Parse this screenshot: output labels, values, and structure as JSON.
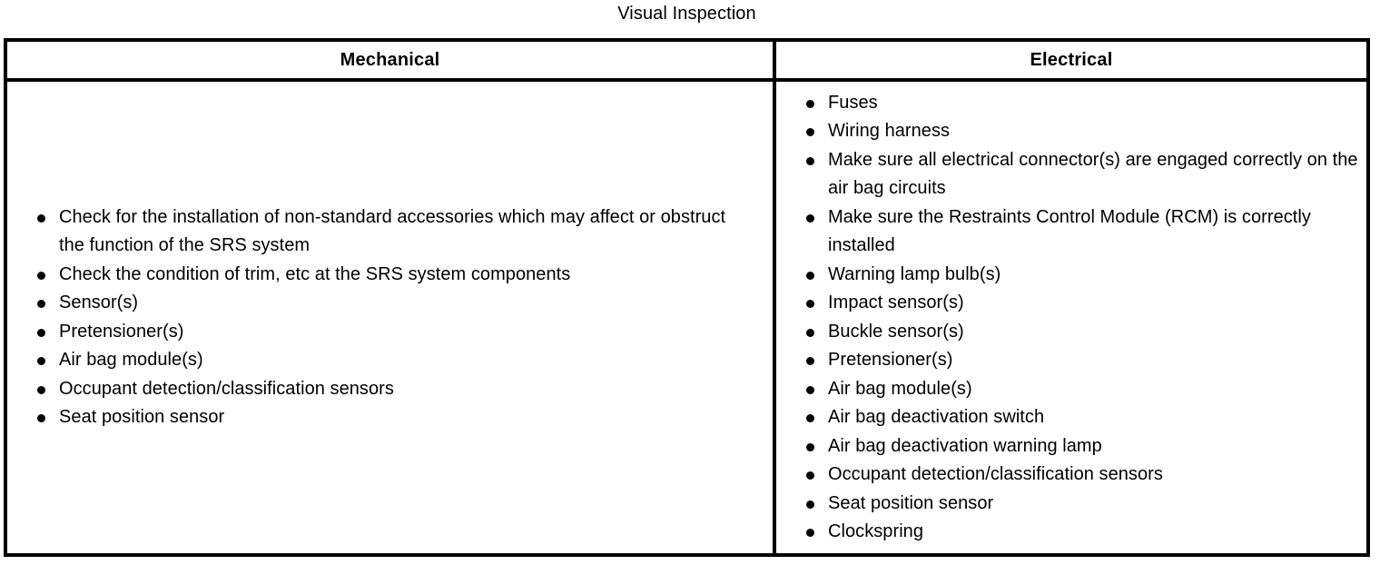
{
  "document": {
    "title": "Visual Inspection"
  },
  "table": {
    "columns": [
      {
        "id": "mechanical",
        "header": "Mechanical",
        "items": [
          "Check for the installation of non-standard accessories which may affect or obstruct the function of the SRS system",
          "Check the condition of trim, etc at the SRS system components",
          "Sensor(s)",
          "Pretensioner(s)",
          "Air bag module(s)",
          "Occupant detection/classification sensors",
          "Seat position sensor"
        ]
      },
      {
        "id": "electrical",
        "header": "Electrical",
        "items": [
          "Fuses",
          "Wiring harness",
          "Make sure all electrical connector(s) are engaged correctly on the air bag circuits",
          "Make sure the Restraints Control Module (RCM) is correctly installed",
          "Warning lamp bulb(s)",
          "Impact sensor(s)",
          "Buckle sensor(s)",
          "Pretensioner(s)",
          "Air bag module(s)",
          "Air bag deactivation switch",
          "Air bag deactivation warning lamp",
          "Occupant detection/classification sensors",
          "Seat position sensor",
          "Clockspring"
        ]
      }
    ]
  },
  "style": {
    "border_color": "#000000",
    "text_color": "#000000",
    "background_color": "#ffffff"
  }
}
